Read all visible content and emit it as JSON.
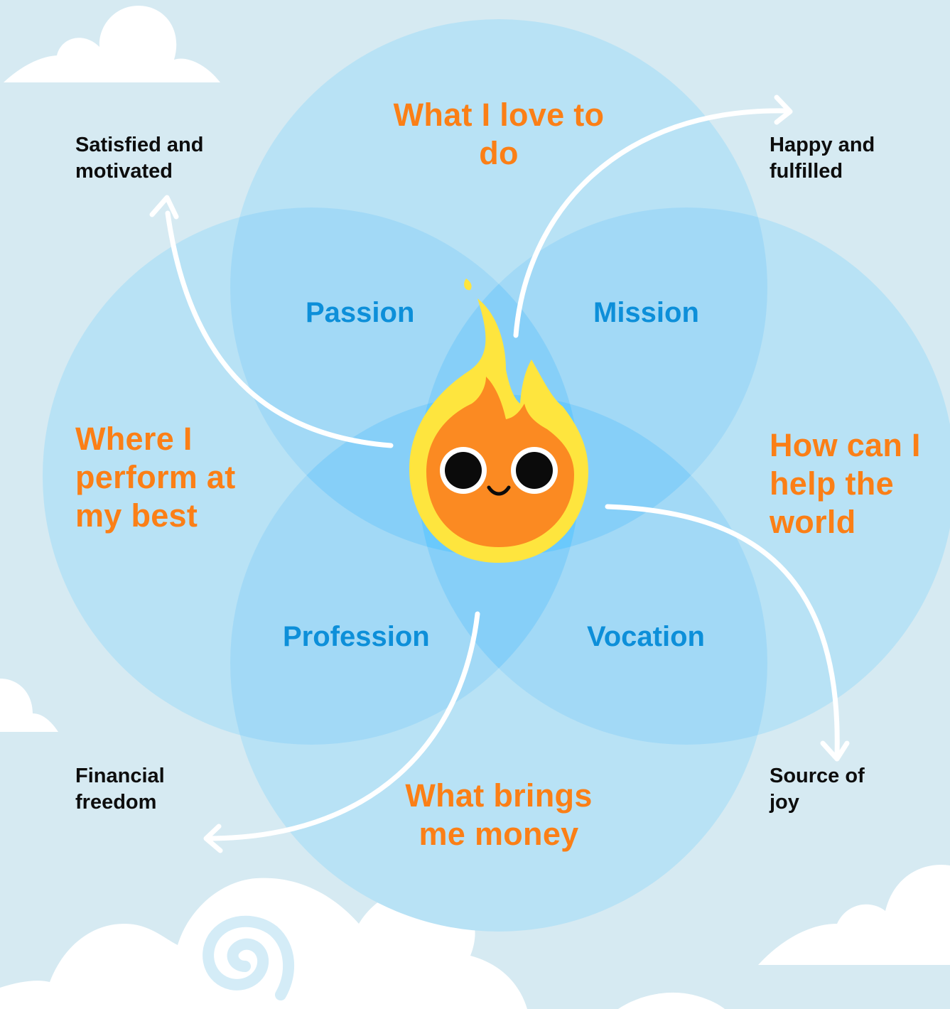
{
  "circles": {
    "top": "What I love to do",
    "left": "Where I perform at my best",
    "right": "How can I help the world",
    "bottom": "What brings me money"
  },
  "overlaps": {
    "top_left": "Passion",
    "top_right": "Mission",
    "bottom_left": "Profession",
    "bottom_right": "Vocation"
  },
  "outcomes": {
    "top_left": "Satisfied and motivated",
    "top_right": "Happy and fulfilled",
    "bottom_left": "Financial freedom",
    "bottom_right": "Source of joy"
  },
  "colors": {
    "background": "#d6eaf2",
    "circle_fill": "#b8e2f5",
    "overlap_2": "#a2d9f6",
    "overlap_3": "#86cff8",
    "center": "#6ac9fc",
    "title_orange": "#fb7f16",
    "overlap_blue": "#0d8fd9",
    "flame_orange": "#fb8a22",
    "flame_yellow": "#fee53e"
  },
  "icons": {
    "center": "flame-mascot-icon",
    "arrows": "curved-arrow-icon"
  }
}
